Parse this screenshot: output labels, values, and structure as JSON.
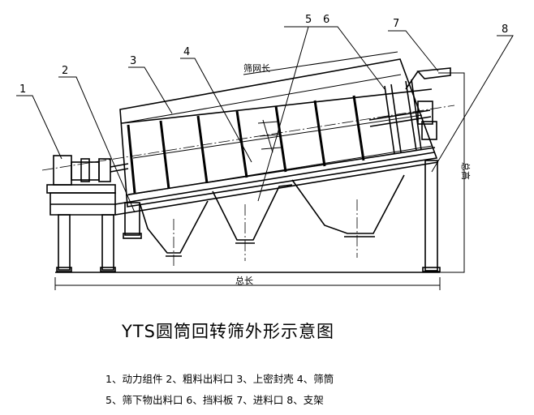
{
  "callouts": [
    "1",
    "2",
    "3",
    "4",
    "5",
    "6",
    "7",
    "8"
  ],
  "dimensions": {
    "screen_length": "筛网长",
    "total_length": "总长",
    "total_height": "总高"
  },
  "title": "YTS圆筒回转筛外形示意图",
  "legend": {
    "line1": "1、动力组件 2、粗料出料口 3、上密封壳 4、筛筒",
    "line2": "5、筛下物出料口 6、挡料板 7、进料口 8、支架"
  }
}
